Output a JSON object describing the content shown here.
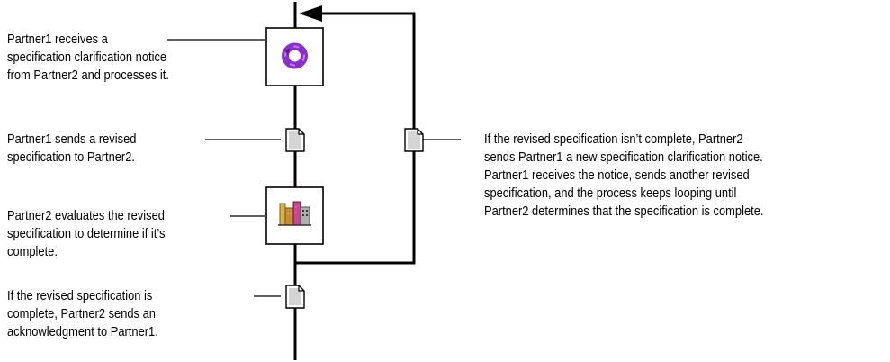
{
  "annotations": [
    {
      "id": "step1",
      "lines": [
        "Partner1 receives a",
        "specification clarification notice",
        "from Partner2 and processes it."
      ]
    },
    {
      "id": "step2",
      "lines": [
        "Partner1 sends a revised",
        "specification to Partner2."
      ]
    },
    {
      "id": "step3",
      "lines": [
        "Partner2 evaluates the revised",
        "specification to determine if it’s",
        "complete."
      ]
    },
    {
      "id": "step4",
      "lines": [
        "If the revised specification is",
        "complete, Partner2 sends an",
        "acknowledgment to Partner1."
      ]
    },
    {
      "id": "loop",
      "lines": [
        "If the revised specification isn’t complete, Partner2",
        "sends Partner1 a new specification clarification notice.",
        "Partner1 receives the notice, sends another revised",
        "specification, and the process keeps looping until",
        "Partner2 determines that the specification is complete."
      ]
    }
  ],
  "icons": {
    "process": "process-ring-icon",
    "document": "document-icon",
    "evaluate": "factory-icon"
  },
  "colors": {
    "line": "#000000",
    "ring": "#8b2fc9",
    "document_fill": "#d4d4d4"
  }
}
